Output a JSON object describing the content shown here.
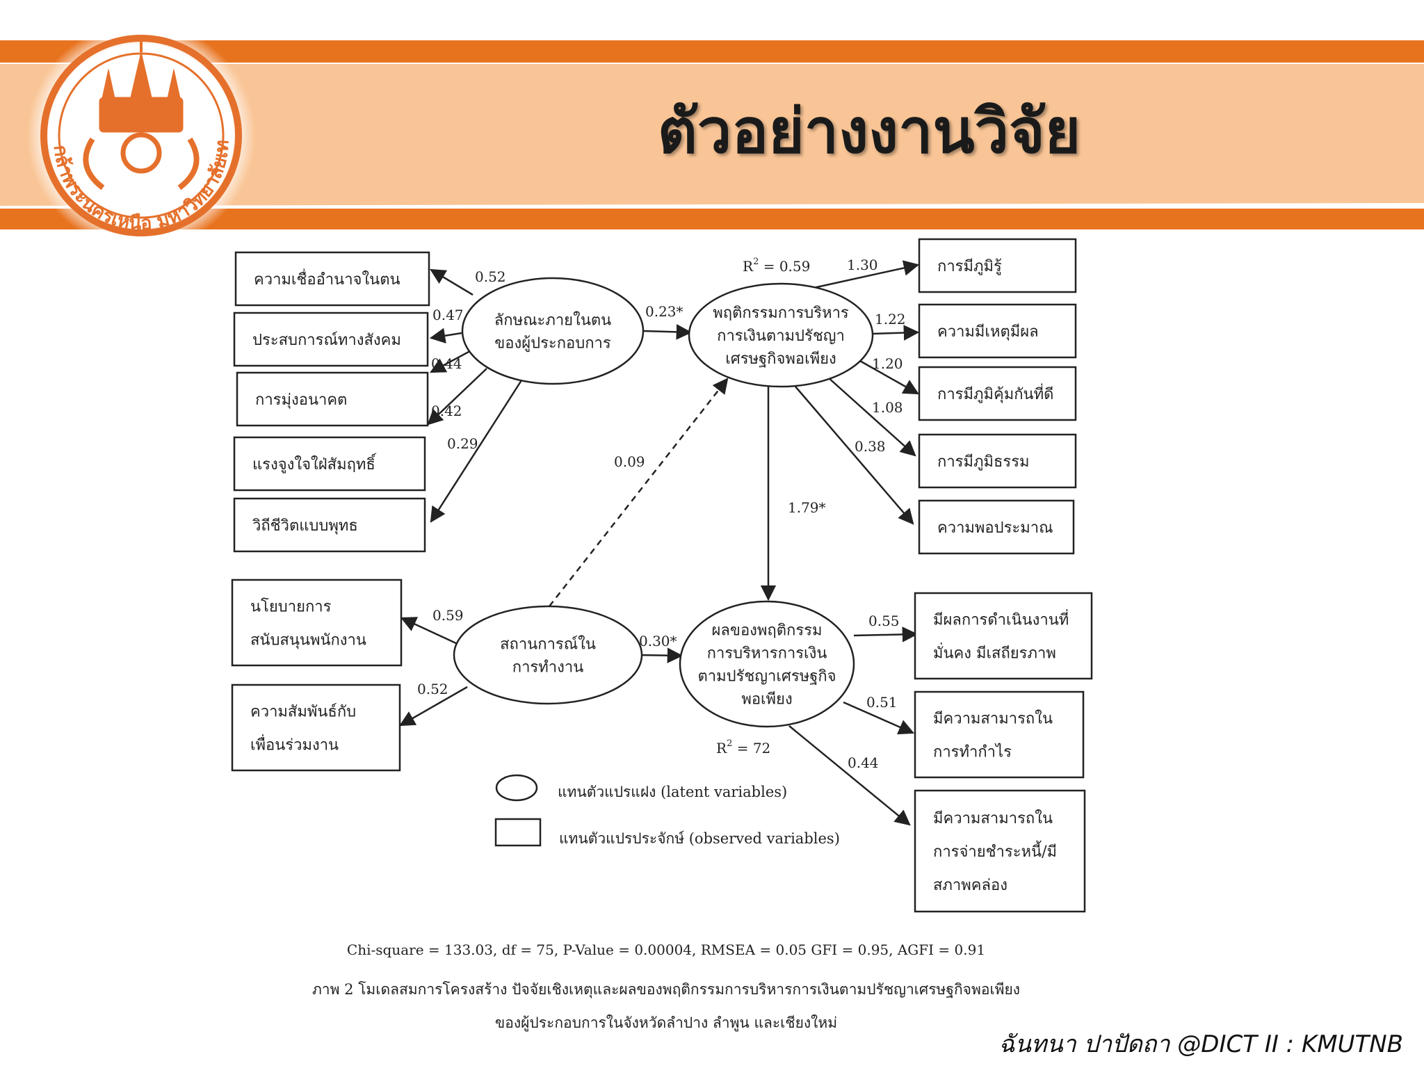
{
  "slide": {
    "title": "ตัวอย่างงานวิจัย",
    "credit": "ฉันทนา ปาปัดถา @DICT II : KMUTNB",
    "logo_text": "พระจอมเกล้าพระนครเหนือ มหาวิทยาลัยเทคโนโลยี",
    "colors": {
      "band": "#e8731f",
      "band_light": "#f8bf90",
      "logo": "#e5702b"
    }
  },
  "diagram": {
    "latent": {
      "characteristics": [
        "ลักษณะภายในตน",
        "ของผู้ประกอบการ"
      ],
      "behavior": [
        "พฤติกรรมการบริหาร",
        "การเงินตามปรัชญา",
        "เศรษฐกิจพอเพียง"
      ],
      "workplace": [
        "สถานการณ์ใน",
        "การทำงาน"
      ],
      "outcome": [
        "ผลของพฤติกรรม",
        "การบริหารการเงิน",
        "ตามปรัชญาเศรษฐกิจ",
        "พอเพียง"
      ]
    },
    "observed": {
      "obs_locus": [
        "ความเชื่ออำนาจในตน"
      ],
      "obs_social": [
        "ประสบการณ์ทางสังคม"
      ],
      "obs_future": [
        "การมุ่งอนาคต"
      ],
      "obs_motive": [
        "แรงจูงใจใฝ่สัมฤทธิ์"
      ],
      "obs_buddhist": [
        "วิถีชีวิตแบบพุทธ"
      ],
      "obs_knowledge": [
        "การมีภูมิรู้"
      ],
      "obs_reason": [
        "ความมีเหตุมีผล"
      ],
      "obs_immunity": [
        "การมีภูมิคุ้มกันที่ดี"
      ],
      "obs_virtue": [
        "การมีภูมิธรรม"
      ],
      "obs_moderation": [
        "ความพอประมาณ"
      ],
      "obs_policy": [
        "นโยบายการ",
        "สนับสนุนพนักงาน"
      ],
      "obs_relation": [
        "ความสัมพันธ์กับ",
        "เพื่อนร่วมงาน"
      ],
      "obs_performance": [
        "มีผลการดำเนินงานที่",
        "มั่นคง มีเสถียรภาพ"
      ],
      "obs_profit": [
        "มีความสามารถใน",
        "การทำกำไร"
      ],
      "obs_debt": [
        "มีความสามารถใน",
        "การจ่ายชำระหนี้/มี",
        "สภาพคล่อง"
      ]
    },
    "paths": [
      {
        "from": "characteristics",
        "to": "obs_locus",
        "label": "0.52"
      },
      {
        "from": "characteristics",
        "to": "obs_social",
        "label": "0.47"
      },
      {
        "from": "characteristics",
        "to": "obs_future",
        "label": "0.44"
      },
      {
        "from": "characteristics",
        "to": "obs_motive",
        "label": "0.42"
      },
      {
        "from": "characteristics",
        "to": "obs_buddhist",
        "label": "0.29"
      },
      {
        "from": "characteristics",
        "to": "behavior",
        "label": "0.23*"
      },
      {
        "from": "behavior",
        "to": "obs_knowledge",
        "label": "1.30"
      },
      {
        "from": "behavior",
        "to": "obs_reason",
        "label": "1.22"
      },
      {
        "from": "behavior",
        "to": "obs_immunity",
        "label": "1.20"
      },
      {
        "from": "behavior",
        "to": "obs_virtue",
        "label": "1.08"
      },
      {
        "from": "behavior",
        "to": "obs_moderation",
        "label": "0.38"
      },
      {
        "from": "behavior",
        "to": "outcome",
        "label": "1.79*"
      },
      {
        "from": "workplace",
        "to": "behavior",
        "label": "0.09",
        "dashed": true
      },
      {
        "from": "workplace",
        "to": "obs_policy",
        "label": "0.59"
      },
      {
        "from": "workplace",
        "to": "obs_relation",
        "label": "0.52"
      },
      {
        "from": "workplace",
        "to": "outcome",
        "label": "0.30*"
      },
      {
        "from": "outcome",
        "to": "obs_performance",
        "label": "0.55"
      },
      {
        "from": "outcome",
        "to": "obs_profit",
        "label": "0.51"
      },
      {
        "from": "outcome",
        "to": "obs_debt",
        "label": "0.44"
      }
    ],
    "r2_behavior": {
      "base": "R",
      "sup": "2",
      "rest": " = 0.59"
    },
    "r2_outcome": {
      "base": "R",
      "sup": "2",
      "rest": " = 72"
    },
    "legend": {
      "latent": "แทนตัวแปรแฝง (latent variables)",
      "observed": "แทนตัวแปรประจักษ์ (observed variables)"
    },
    "stats": "Chi-square = 133.03, df = 75, P-Value = 0.00004, RMSEA = 0.05 GFI = 0.95, AGFI = 0.91",
    "caption": [
      "ภาพ 2  โมเดลสมการโครงสร้าง ปัจจัยเชิงเหตุและผลของพฤติกรรมการบริหารการเงินตามปรัชญาเศรษฐกิจพอเพียง",
      "ของผู้ประกอบการในจังหวัดลำปาง ลำพูน และเชียงใหม่"
    ]
  }
}
